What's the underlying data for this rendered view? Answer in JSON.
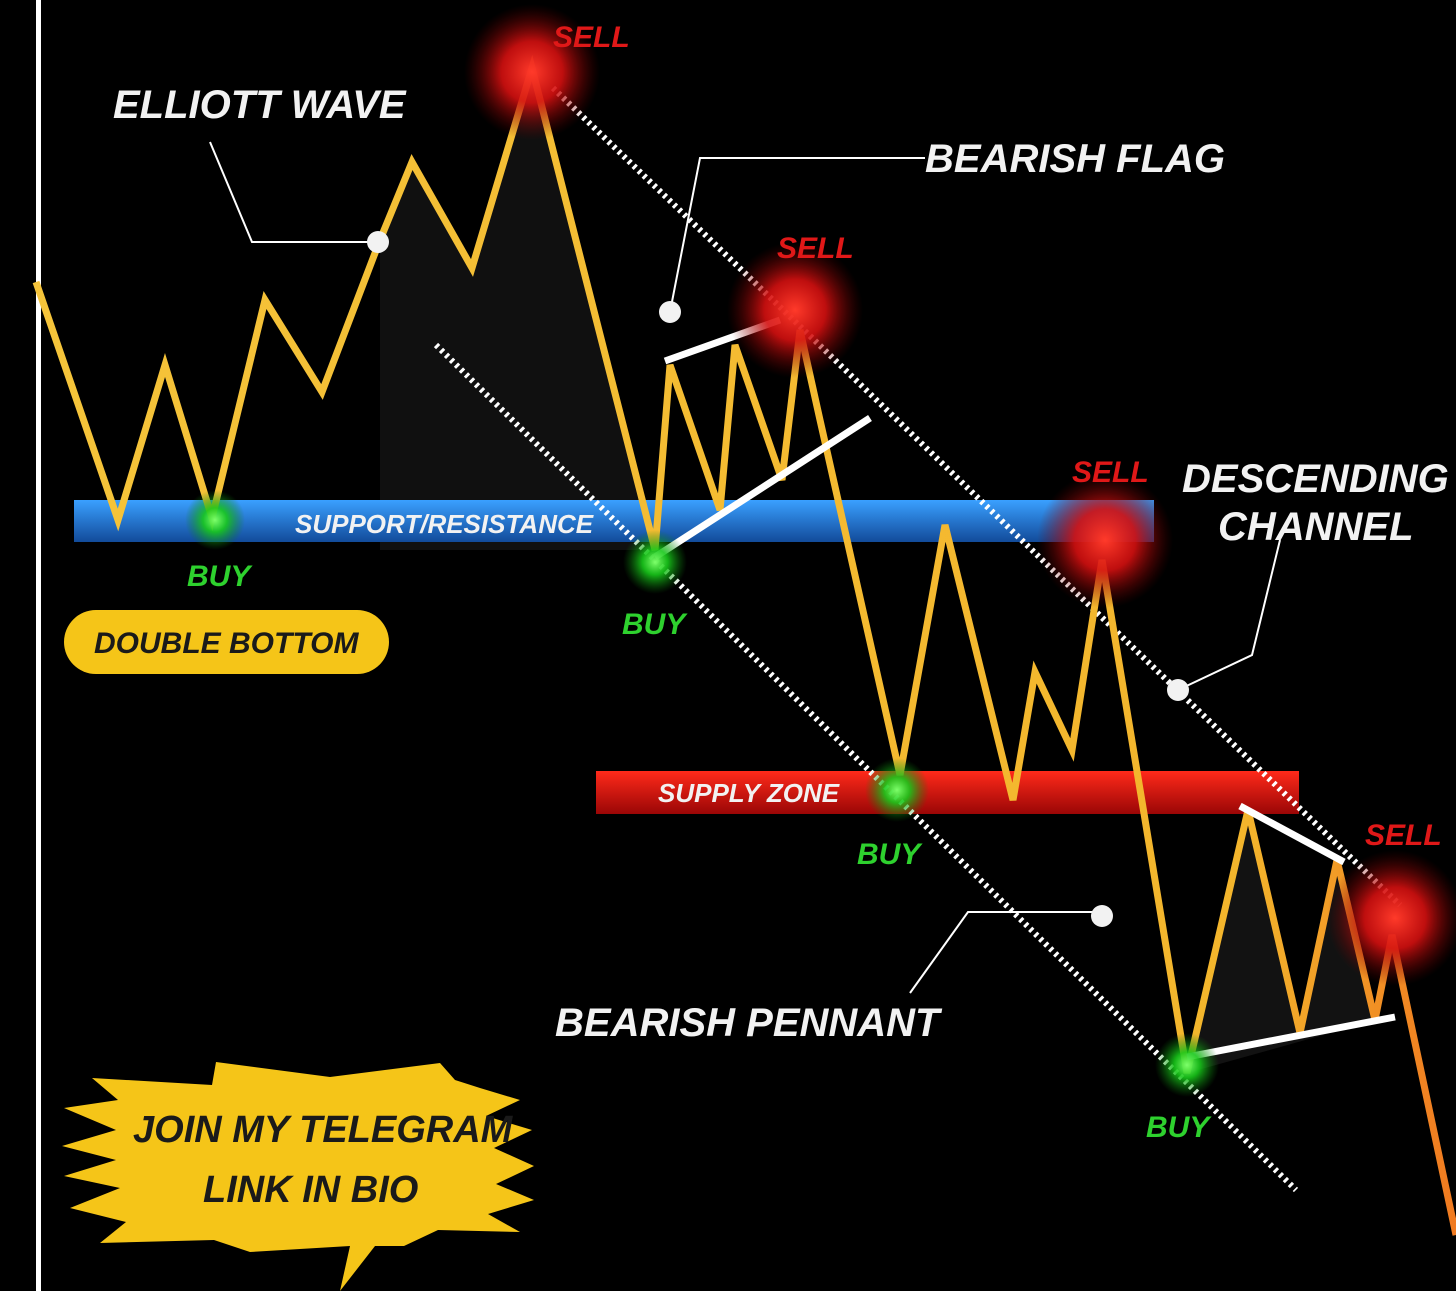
{
  "labels": {
    "elliott_wave": "ELLIOTT WAVE",
    "bearish_flag": "BEARISH FLAG",
    "descending_channel_line1": "DESCENDING",
    "descending_channel_line2": "CHANNEL",
    "support_resistance": "SUPPORT/RESISTANCE",
    "supply_zone": "SUPPLY ZONE",
    "double_bottom": "DOUBLE BOTTOM",
    "bearish_pennant": "BEARISH PENNANT",
    "telegram_line1": "JOIN MY TELEGRAM",
    "telegram_line2": "LINK IN BIO"
  },
  "signals": {
    "buy": "BUY",
    "sell": "SELL"
  },
  "colors": {
    "price_line": "#f2c12e",
    "buy": "#2ed12e",
    "sell": "#e01818",
    "support_band": "#1e6fd0",
    "supply_band": "#d41414",
    "pill": "#f5c518",
    "burst": "#f5c518",
    "background": "#000000"
  }
}
